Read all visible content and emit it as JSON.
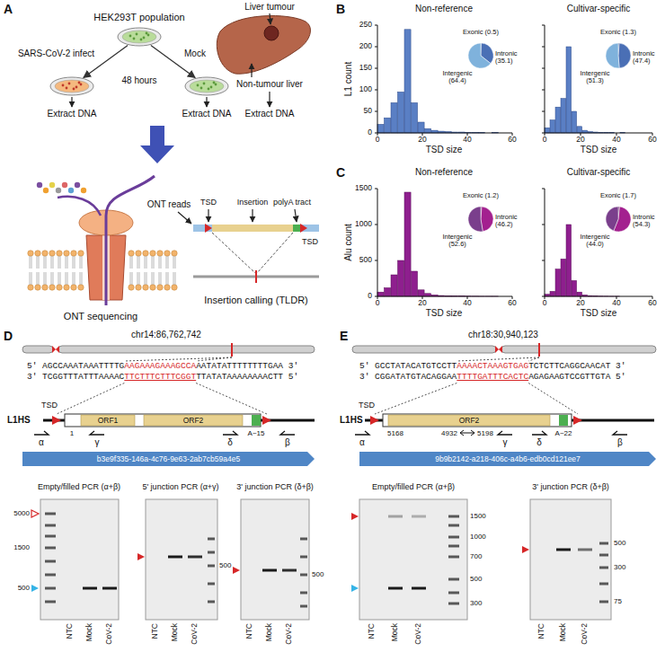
{
  "diagram": {
    "nodes": [
      {
        "text": [
          "HEK293T population"
        ]
      },
      {
        "text": [
          "SARS-CoV-2 infect"
        ]
      },
      {
        "text": [
          "Mock"
        ]
      },
      {
        "text": [
          "ORF1",
          "ORF2"
        ]
      },
      {
        "text": [
          "b3e9f335-146a-4c76-9e63-2ab7cb59a4e5"
        ]
      },
      {
        "text": [
          "ORF2"
        ]
      },
      {
        "text": [
          "9b9b2142-a218-406c-a4b6-edb0cd121ee7"
        ]
      }
    ],
    "edges": [
      {
        "from": 0,
        "to": 1,
        "arrow": "to"
      },
      {
        "from": 0,
        "to": 2,
        "arrow": "to"
      }
    ],
    "labels": [
      "A",
      "48 hours",
      "Extract DNA",
      "Extract DNA",
      "Liver tumour",
      "Non-tumour liver",
      "Extract DNA",
      "ONT reads",
      "TSD",
      "Insertion",
      "polyA tract",
      "TSD",
      "ONT sequencing",
      "Insertion calling (TLDR)",
      "B",
      "Non-reference",
      "Cultivar-specific",
      "L1 count",
      "0",
      "50",
      "100",
      "150",
      "200",
      "250",
      "0",
      "20",
      "40",
      "60",
      "TSD size",
      "0",
      "20",
      "40",
      "60",
      "TSD size",
      "Exonic (0.5)",
      "Intronic (35.1)",
      "Intergenic (64.4)",
      "Exonic (1.3)",
      "Intronic (47.4)",
      "Intergenic (51.3)",
      "C",
      "Non-reference",
      "Cultivar-specific",
      "Alu count",
      "0",
      "500",
      "1000",
      "1500",
      "0",
      "20",
      "40",
      "60",
      "TSD size",
      "0",
      "20",
      "40",
      "60",
      "TSD size",
      "Exonic (1.2)",
      "Intronic (46.2)",
      "Intergenic (52.6)",
      "Exonic (1.7)",
      "Intronic (54.3)",
      "Intergenic (44.0)",
      "D",
      "chr14:86,762,742",
      "5' AGCCAAATAAATTTTG",
      "AAGAAAGAAAGCCA",
      "AATATATTTTTTTTGAA 3'",
      "3' TCGGTTTATTTAAAAC",
      "TTCTTTCTTTCGGT",
      "TTATATAAAAAAAACTT 5'",
      "TSD",
      "L1HS",
      "1",
      "A~15",
      "α",
      "γ",
      "δ",
      "β",
      "Empty/filled PCR (α+β)",
      "5' junction PCR (α+γ)",
      "3' junction PCR (δ+β)",
      "5000",
      "1500",
      "500",
      "NTC",
      "Mock",
      "CoV-2",
      "500",
      "NTC",
      "Mock",
      "CoV-2",
      "500",
      "NTC",
      "Mock",
      "CoV-2",
      "E",
      "chr18:30,940,123",
      "5' GCCTATACATGTCCTT",
      "AAAACTAAAGTGAG",
      "TCTCTTCAGGCAACAT 3'",
      "3' CGGATATGTACAGGAA",
      "TTTTGATTTCACTC",
      "AGAGAAGTCCGTTGTA 5'",
      "TSD",
      "L1HS",
      "5168",
      "4932",
      "5198",
      "A~22",
      "α",
      "γ",
      "δ",
      "β",
      "Empty/filled PCR (α+β)",
      "3' junction PCR (δ+β)",
      "1500",
      "1000",
      "700",
      "500",
      "300",
      "NTC",
      "Mock",
      "CoV-2",
      "500",
      "300",
      "75",
      "NTC",
      "Mock",
      "CoV-2"
    ]
  }
}
